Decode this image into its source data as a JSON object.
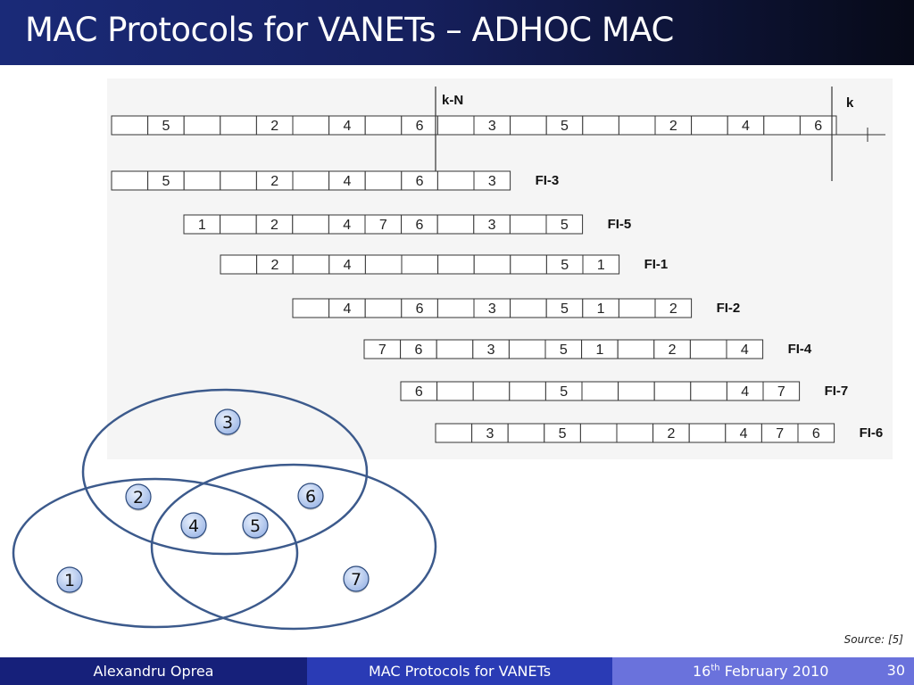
{
  "slide": {
    "title": "MAC Protocols for VANETs – ADHOC MAC",
    "source": "Source: [5]"
  },
  "timeline": {
    "label_start": "k-N",
    "label_end": "k",
    "slots": [
      "",
      "5",
      "",
      "",
      "2",
      "",
      "4",
      "",
      "6",
      "",
      "3",
      "",
      "5",
      "",
      "",
      "2",
      "",
      "4",
      "",
      "6"
    ]
  },
  "frames": [
    {
      "label": "FI-3",
      "slots": [
        "",
        "5",
        "",
        "",
        "2",
        "",
        "4",
        "",
        "6",
        "",
        "3"
      ]
    },
    {
      "label": "FI-5",
      "slots": [
        "1",
        "",
        "2",
        "",
        "4",
        "7",
        "6",
        "",
        "3",
        "",
        "5"
      ]
    },
    {
      "label": "FI-1",
      "slots": [
        "",
        "2",
        "",
        "4",
        "",
        "",
        "",
        "",
        "",
        "5",
        "1"
      ]
    },
    {
      "label": "FI-2",
      "slots": [
        "",
        "4",
        "",
        "6",
        "",
        "3",
        "",
        "5",
        "1",
        "",
        "2"
      ]
    },
    {
      "label": "FI-4",
      "slots": [
        "7",
        "6",
        "",
        "3",
        "",
        "5",
        "1",
        "",
        "2",
        "",
        "4"
      ]
    },
    {
      "label": "FI-7",
      "slots": [
        "6",
        "",
        "",
        "",
        "5",
        "",
        "",
        "",
        "",
        "4",
        "7"
      ]
    },
    {
      "label": "FI-6",
      "slots": [
        "",
        "3",
        "",
        "5",
        "",
        "",
        "2",
        "",
        "4",
        "7",
        "6"
      ]
    }
  ],
  "nodes": [
    {
      "id": "3"
    },
    {
      "id": "2"
    },
    {
      "id": "6"
    },
    {
      "id": "4"
    },
    {
      "id": "5"
    },
    {
      "id": "1"
    },
    {
      "id": "7"
    }
  ],
  "footer": {
    "author": "Alexandru Oprea",
    "topic": "MAC Protocols for VANETs",
    "date_day": "16",
    "date_suffix": "th",
    "date_rest": " February 2010",
    "page": "30"
  },
  "colors": {
    "ellipse_stroke": "#3c5a8c",
    "node_fill": "#9cb6e6",
    "node_stroke": "#2c4a7c"
  }
}
